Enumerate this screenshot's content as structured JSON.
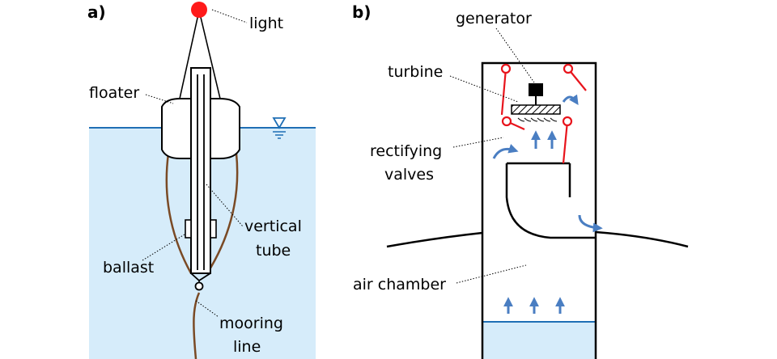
{
  "panel_a": {
    "tag": "a)",
    "labels": {
      "light": "light",
      "floater": "floater",
      "vertical_1": "vertical",
      "vertical_2": "tube",
      "ballast": "ballast",
      "mooring_1": "mooring",
      "mooring_2": "line"
    }
  },
  "panel_b": {
    "tag": "b)",
    "labels": {
      "generator": "generator",
      "turbine": "turbine",
      "rectifying_1": "rectifying",
      "rectifying_2": "valves",
      "air_chamber": "air chamber"
    }
  },
  "colors": {
    "water": "#d6ecfa",
    "water_line": "#1f6fb5",
    "rope": "#7a4a25",
    "light": "#ff1a1a",
    "valve": "#e8141c",
    "arrow": "#4a7ec2"
  }
}
